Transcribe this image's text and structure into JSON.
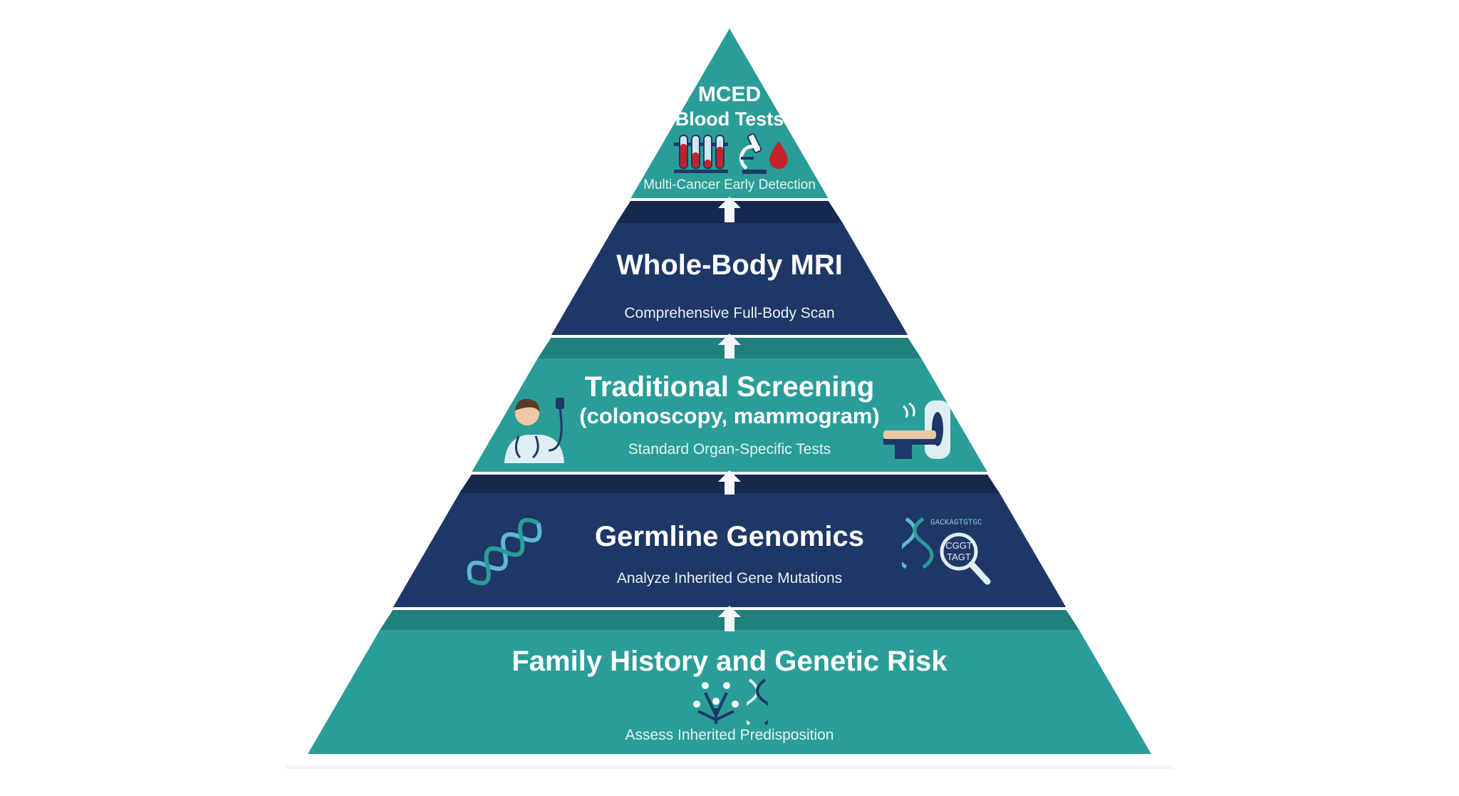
{
  "colors": {
    "teal": "#2a9d98",
    "teal_band": "#1f807c",
    "navy": "#1e3766",
    "navy_band": "#16284d",
    "outline": "#ffffff",
    "arrow": "#f4f7f8"
  },
  "tiers": [
    {
      "title": "MCED",
      "title2": "Blood Tests",
      "subtitle": "Multi-Cancer Early Detection",
      "color": "teal",
      "icons": [
        "test-tubes-icon",
        "microscope-icon",
        "blood-drop-icon"
      ]
    },
    {
      "title": "Whole-Body MRI",
      "subtitle": "Comprehensive Full-Body Scan",
      "color": "navy"
    },
    {
      "title": "Traditional Screening",
      "title2": "(colonoscopy, mammogram)",
      "subtitle": "Standard Organ-Specific Tests",
      "color": "teal",
      "icons": [
        "doctor-icon",
        "mri-scanner-icon"
      ]
    },
    {
      "title": "Germline Genomics",
      "subtitle": "Analyze Inherited Gene Mutations",
      "color": "navy",
      "icons": [
        "dna-helix-icon",
        "dna-sequence-magnifier-icon"
      ]
    },
    {
      "title": "Family History and Genetic Risk",
      "subtitle": "Assess Inherited Predisposition",
      "color": "teal",
      "icons": [
        "family-tree-icon",
        "dna-icon"
      ]
    }
  ],
  "magnifier_text": [
    "CGGT",
    "TAGT"
  ],
  "sequence_text": "GACKAGTGTGC"
}
